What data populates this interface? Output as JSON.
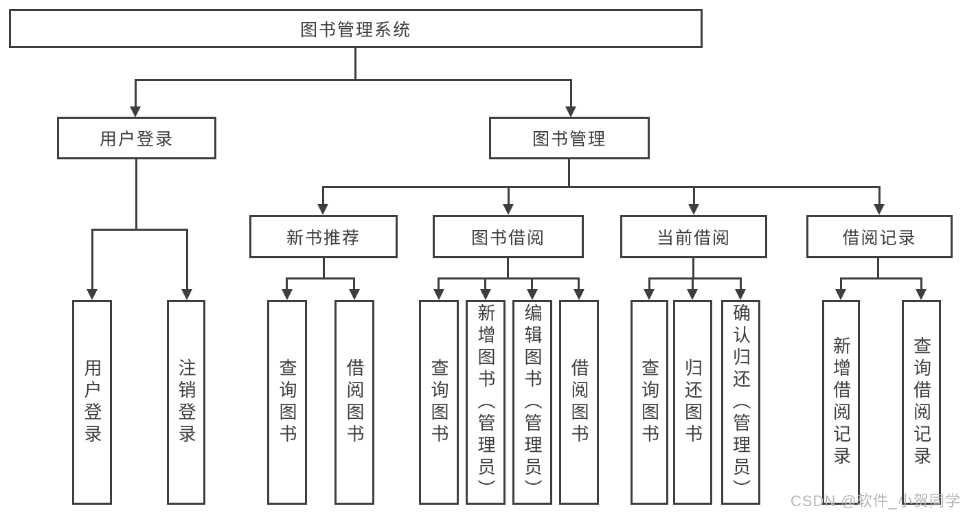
{
  "diagram": {
    "title": "图书管理系统",
    "root": {
      "label": "图书管理系统"
    },
    "level2": [
      {
        "label": "用户登录"
      },
      {
        "label": "图书管理"
      }
    ],
    "level3": [
      {
        "label": "新书推荐"
      },
      {
        "label": "图书借阅"
      },
      {
        "label": "当前借阅"
      },
      {
        "label": "借阅记录"
      }
    ],
    "level4": {
      "user_login": [
        {
          "label": "用户登录"
        },
        {
          "label": "注销登录"
        }
      ],
      "new_book_recommend": [
        {
          "label": "查询图书"
        },
        {
          "label": "借阅图书"
        }
      ],
      "book_borrow": [
        {
          "label": "查询图书"
        },
        {
          "label": "新增图书（管理员）"
        },
        {
          "label": "编辑图书（管理员）"
        },
        {
          "label": "借阅图书"
        }
      ],
      "current_borrow": [
        {
          "label": "查询图书"
        },
        {
          "label": "归还图书"
        },
        {
          "label": "确认归还（管理员）"
        }
      ],
      "borrow_records": [
        {
          "label": "新增借阅记录"
        },
        {
          "label": "查询借阅记录"
        }
      ]
    }
  },
  "watermark": {
    "text": "CSDN @软件_小贺同学"
  },
  "colors": {
    "line": "#3e3e3e",
    "text": "#3c3c3c",
    "background": "#ffffff",
    "watermark": "#b5b5b5"
  }
}
